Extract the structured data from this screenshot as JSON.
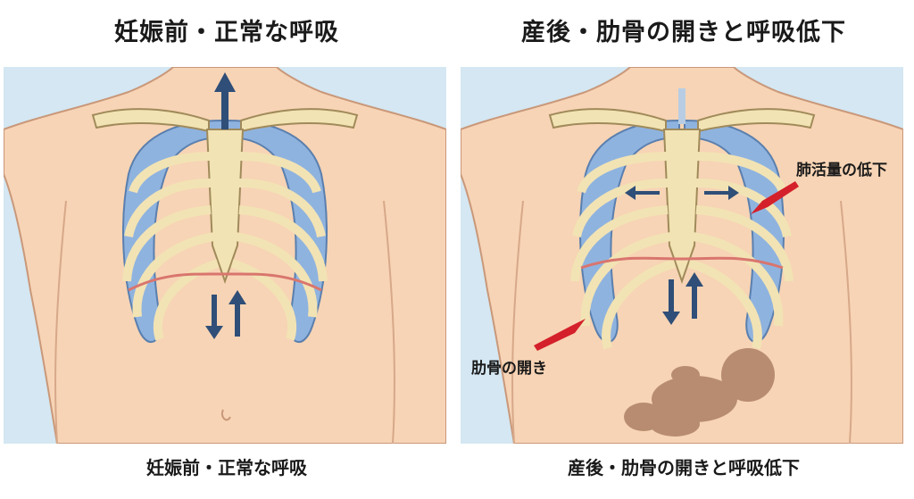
{
  "left_panel": {
    "title": "妊娠前・正常な呼吸",
    "caption": "妊娠前・正常な呼吸"
  },
  "right_panel": {
    "title": "産後・肋骨の開きと呼吸低下",
    "caption": "産後・肋骨の開きと呼吸低下",
    "callouts": {
      "lung": "肺活量の低下",
      "rib": "肋骨の開き"
    }
  },
  "colors": {
    "background": "#d4e7f2",
    "skin": "#f7d4b5",
    "bone": "#f2e3b4",
    "lung": "#8fb3df",
    "arrow": "#2f4e78",
    "diaphragm": "#d9756e",
    "callout_arrow": "#d4202a",
    "baby": "#b88c70"
  }
}
